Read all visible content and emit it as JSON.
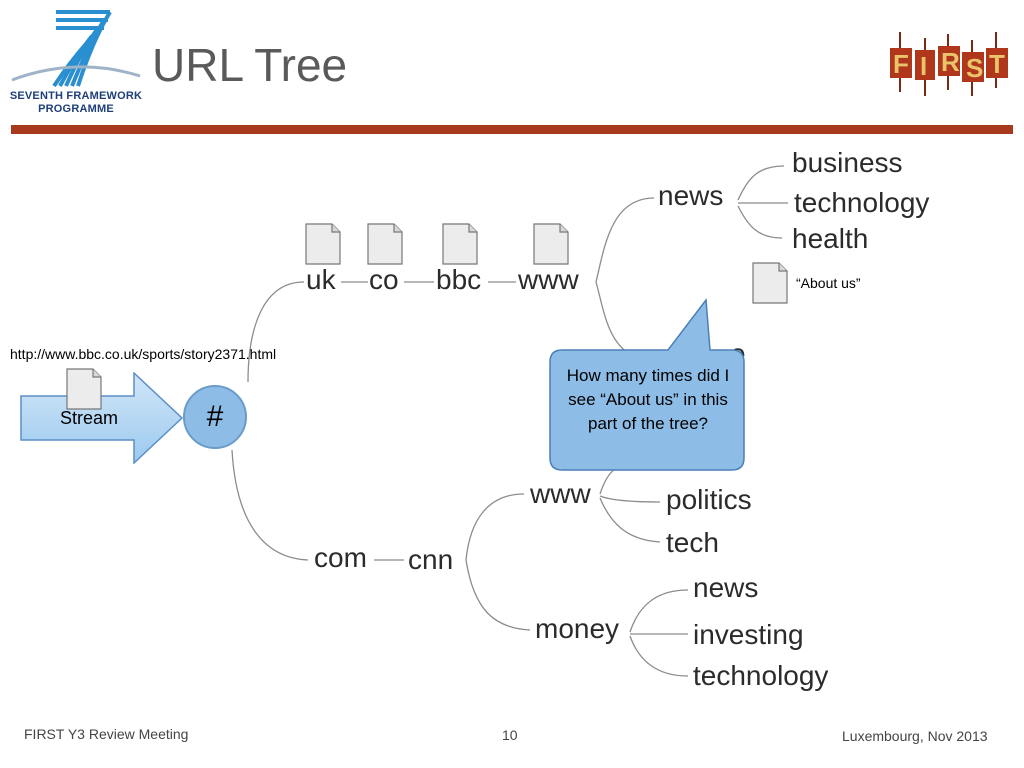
{
  "header": {
    "title": "URL Tree",
    "fp7_logo": {
      "line1": "SEVENTH FRAMEWORK",
      "line2": "PROGRAMME",
      "icon": "fp7-seven-icon"
    },
    "first_logo": {
      "text": "FIRST",
      "icon": "first-logo-icon"
    },
    "rule_color": "#a7391c"
  },
  "stream": {
    "url": "http://www.bbc.co.uk/sports/story2371.html",
    "label": "Stream",
    "root": "#"
  },
  "tree": {
    "uk": "uk",
    "co": "co",
    "bbc": "bbc",
    "www_bbc": "www",
    "news": "news",
    "business": "business",
    "technology": "technology",
    "health": "health",
    "hidden_partial": "e",
    "com": "com",
    "cnn": "cnn",
    "www_cnn": "www",
    "politics": "politics",
    "tech": "tech",
    "money": "money",
    "money_news": "news",
    "investing": "investing",
    "money_technology": "technology"
  },
  "about": {
    "label": "“About us”"
  },
  "callout": {
    "text": "How many times did I see “About us” in this part of the tree?",
    "color": "#8dbde6"
  },
  "footer": {
    "left": "FIRST Y3 Review Meeting",
    "page": "10",
    "right": "Luxembourg, Nov 2013"
  }
}
